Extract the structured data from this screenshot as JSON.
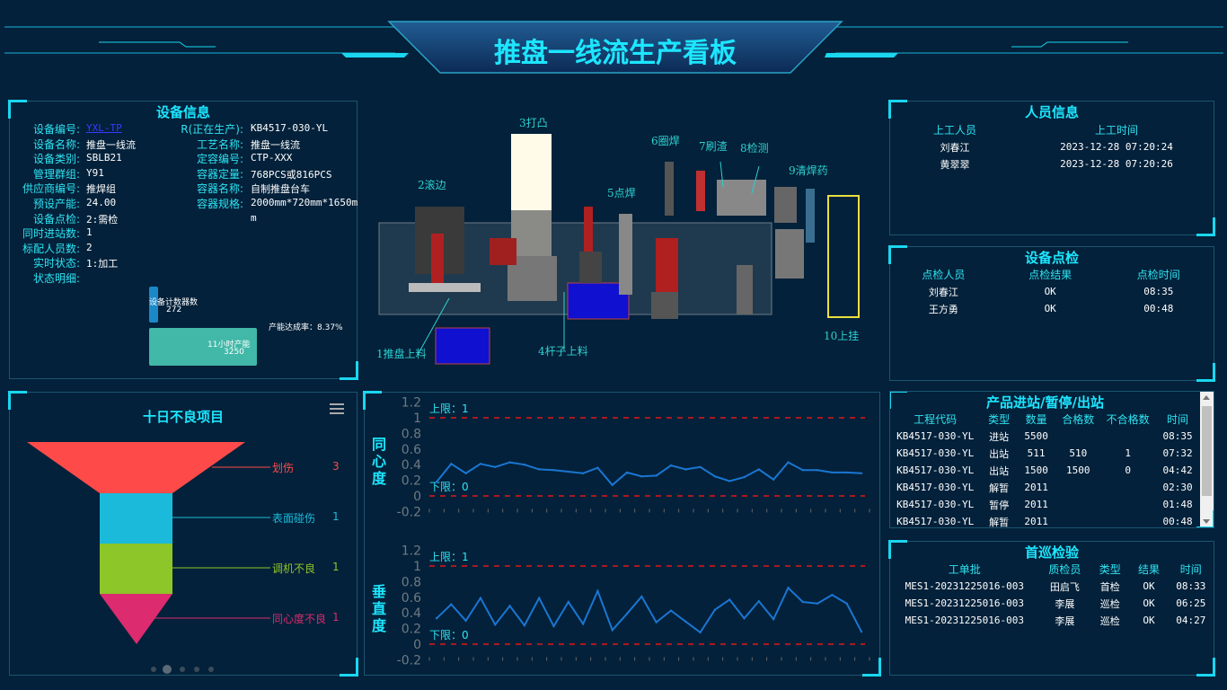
{
  "header": {
    "title": "推盘一线流生产看板"
  },
  "device_info": {
    "title": "设备信息",
    "left": [
      {
        "label": "设备编号:",
        "value": "YXL-TP",
        "link": true
      },
      {
        "label": "设备名称:",
        "value": "推盘一线流"
      },
      {
        "label": "设备类别:",
        "value": "SBLB21"
      },
      {
        "label": "管理群组:",
        "value": "Y91"
      },
      {
        "label": "供应商编号:",
        "value": "推焊组"
      },
      {
        "label": "预设产能:",
        "value": "24.00"
      },
      {
        "label": "设备点检:",
        "value": "2:需检"
      },
      {
        "label": "同时进站数:",
        "value": "1"
      },
      {
        "label": "标配人员数:",
        "value": "2"
      },
      {
        "label": "实时状态:",
        "value": "1:加工"
      },
      {
        "label": "状态明细:",
        "value": ""
      }
    ],
    "right": [
      {
        "label": "R(正在生产):",
        "value": "KB4517-030-YL"
      },
      {
        "label": "工艺名称:",
        "value": "推盘一线流"
      },
      {
        "label": "定容编号:",
        "value": "CTP-XXX"
      },
      {
        "label": "容器定量:",
        "value": "768PCS或816PCS"
      },
      {
        "label": "容器名称:",
        "value": "自制推盘台车"
      },
      {
        "label": "容器规格:",
        "value": "2000mm*720mm*1650m"
      },
      {
        "label": "",
        "value": "m"
      }
    ],
    "counter": {
      "label": "设备计数器数",
      "value": "272",
      "fraction": 0.0837
    },
    "capacity": {
      "label": "11小时产能",
      "value": "3250"
    },
    "rate": "产能达成率：8.37%",
    "colors": {
      "counter": "#1b88c8",
      "capacity": "#41b8a8"
    }
  },
  "defects": {
    "title": "十日不良项目",
    "menu_icon": "hamburger-icon",
    "items": [
      {
        "name": "划伤",
        "value": "3",
        "color": "#ff4a4a"
      },
      {
        "name": "表面碰伤",
        "value": "1",
        "color": "#1bbadb"
      },
      {
        "name": "调机不良",
        "value": "1",
        "color": "#8cc628"
      },
      {
        "name": "同心度不良",
        "value": "1",
        "color": "#dc2b6e"
      }
    ],
    "page_index": 1,
    "page_count": 5
  },
  "line_layout": {
    "stations": [
      "1推盘上料",
      "2滚边",
      "3打凸",
      "4杆子上料",
      "5点焊",
      "6圈焊",
      "7刷渣",
      "8检测",
      "9清焊药",
      "10上挂"
    ]
  },
  "chart_data": [
    {
      "type": "line",
      "title": "同心度",
      "ylim": [
        -0.2,
        1.2
      ],
      "yticks": [
        "1.2",
        "1",
        "0.8",
        "0.6",
        "0.4",
        "0.2",
        "0",
        "-0.2"
      ],
      "upper": {
        "label": "上限：1",
        "value": 1
      },
      "lower": {
        "label": "下限：0",
        "value": 0
      },
      "values": [
        0.18,
        0.41,
        0.29,
        0.41,
        0.37,
        0.43,
        0.4,
        0.34,
        0.33,
        0.31,
        0.29,
        0.36,
        0.14,
        0.3,
        0.25,
        0.26,
        0.39,
        0.34,
        0.37,
        0.25,
        0.19,
        0.24,
        0.34,
        0.21,
        0.43,
        0.33,
        0.33,
        0.3,
        0.3,
        0.29
      ]
    },
    {
      "type": "line",
      "title": "垂直度",
      "ylim": [
        -0.2,
        1.2
      ],
      "yticks": [
        "1.2",
        "1",
        "0.8",
        "0.6",
        "0.4",
        "0.2",
        "0",
        "-0.2"
      ],
      "upper": {
        "label": "上限：1",
        "value": 1
      },
      "lower": {
        "label": "下限：0",
        "value": 0
      },
      "values": [
        0.33,
        0.51,
        0.3,
        0.59,
        0.25,
        0.49,
        0.24,
        0.59,
        0.23,
        0.54,
        0.26,
        0.68,
        0.18,
        0.39,
        0.61,
        0.28,
        0.43,
        0.29,
        0.15,
        0.44,
        0.57,
        0.33,
        0.55,
        0.32,
        0.72,
        0.54,
        0.52,
        0.63,
        0.52,
        0.16
      ]
    }
  ],
  "personnel": {
    "title": "人员信息",
    "headers": [
      "上工人员",
      "上工时间"
    ],
    "rows": [
      [
        "刘春江",
        "2023-12-28 07:20:24"
      ],
      [
        "黄翠翠",
        "2023-12-28 07:20:26"
      ]
    ]
  },
  "spot_check": {
    "title": "设备点检",
    "headers": [
      "点检人员",
      "点检结果",
      "点检时间"
    ],
    "rows": [
      [
        "刘春江",
        "OK",
        "08:35"
      ],
      [
        "王方勇",
        "OK",
        "00:48"
      ]
    ]
  },
  "product_flow": {
    "title": "产品进站/暂停/出站",
    "headers": [
      "工程代码",
      "类型",
      "数量",
      "合格数",
      "不合格数",
      "时间"
    ],
    "rows": [
      [
        "KB4517-030-YL",
        "进站",
        "5500",
        "",
        "",
        "08:35"
      ],
      [
        "KB4517-030-YL",
        "出站",
        "511",
        "510",
        "1",
        "07:32"
      ],
      [
        "KB4517-030-YL",
        "出站",
        "1500",
        "1500",
        "0",
        "04:42"
      ],
      [
        "KB4517-030-YL",
        "解暂",
        "2011",
        "",
        "",
        "02:30"
      ],
      [
        "KB4517-030-YL",
        "暂停",
        "2011",
        "",
        "",
        "01:48"
      ],
      [
        "KB4517-030-YL",
        "解暂",
        "2011",
        "",
        "",
        "00:48"
      ]
    ]
  },
  "patrol": {
    "title": "首巡检验",
    "headers": [
      "工单批",
      "质检员",
      "类型",
      "结果",
      "时间"
    ],
    "rows": [
      [
        "MES1-20231225016-003",
        "田启飞",
        "首检",
        "OK",
        "08:33"
      ],
      [
        "MES1-20231225016-003",
        "李展",
        "巡检",
        "OK",
        "06:25"
      ],
      [
        "MES1-20231225016-003",
        "李展",
        "巡检",
        "OK",
        "04:27"
      ]
    ]
  }
}
